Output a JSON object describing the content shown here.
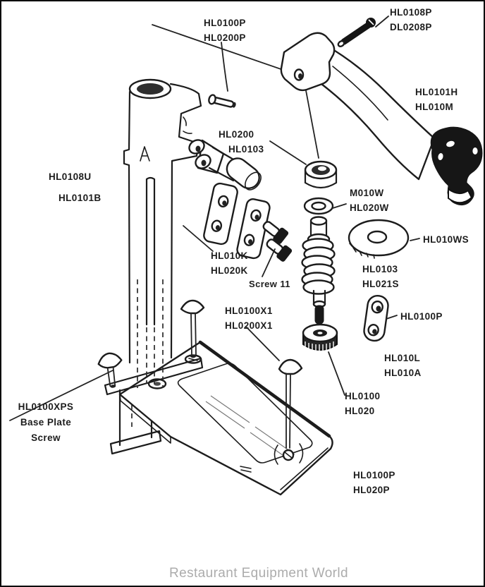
{
  "doc": {
    "type": "exploded-parts-diagram",
    "subject": "manual can opener",
    "footer_text": "Restaurant Equipment World",
    "ink_color": "#1c1c1c",
    "paper_color": "#ffffff",
    "footer_color": "#acacac"
  },
  "labels": {
    "pin_top": {
      "lines": [
        "HL0100P",
        "HL0200P"
      ]
    },
    "handle_screw": {
      "lines": [
        "HL0108P",
        "DL0208P"
      ]
    },
    "handle_arm": {
      "lines": [
        "HL0101H",
        "HL010M"
      ]
    },
    "main_body": {
      "lines": [
        "HL0108U",
        "HL0101B"
      ]
    },
    "bushing": {
      "lines": [
        "HL0200",
        "HL0103"
      ]
    },
    "washer_small": {
      "lines": [
        "M010W",
        "HL020W"
      ]
    },
    "washer_flat": {
      "lines": [
        "HL010WS"
      ]
    },
    "gear": {
      "lines": [
        "HL0103",
        "HL021S"
      ]
    },
    "link_plate": {
      "lines": [
        "HL0100P"
      ]
    },
    "idler": {
      "lines": [
        "HL010L",
        "HL010A"
      ]
    },
    "knife_wheel": {
      "lines": [
        "HL0100",
        "HL020"
      ]
    },
    "base_screw_right": {
      "lines": [
        "HL0100P",
        "HL020P"
      ]
    },
    "base_plate_screw": {
      "lines": [
        "HL0100XPS",
        "Base Plate",
        "Screw"
      ]
    },
    "clamp": {
      "lines": [
        "HL010K",
        "HL020K"
      ]
    },
    "screw11": {
      "lines": [
        "Screw 11"
      ]
    },
    "stud": {
      "lines": [
        "HL0100X1",
        "HL0200X1"
      ]
    }
  }
}
